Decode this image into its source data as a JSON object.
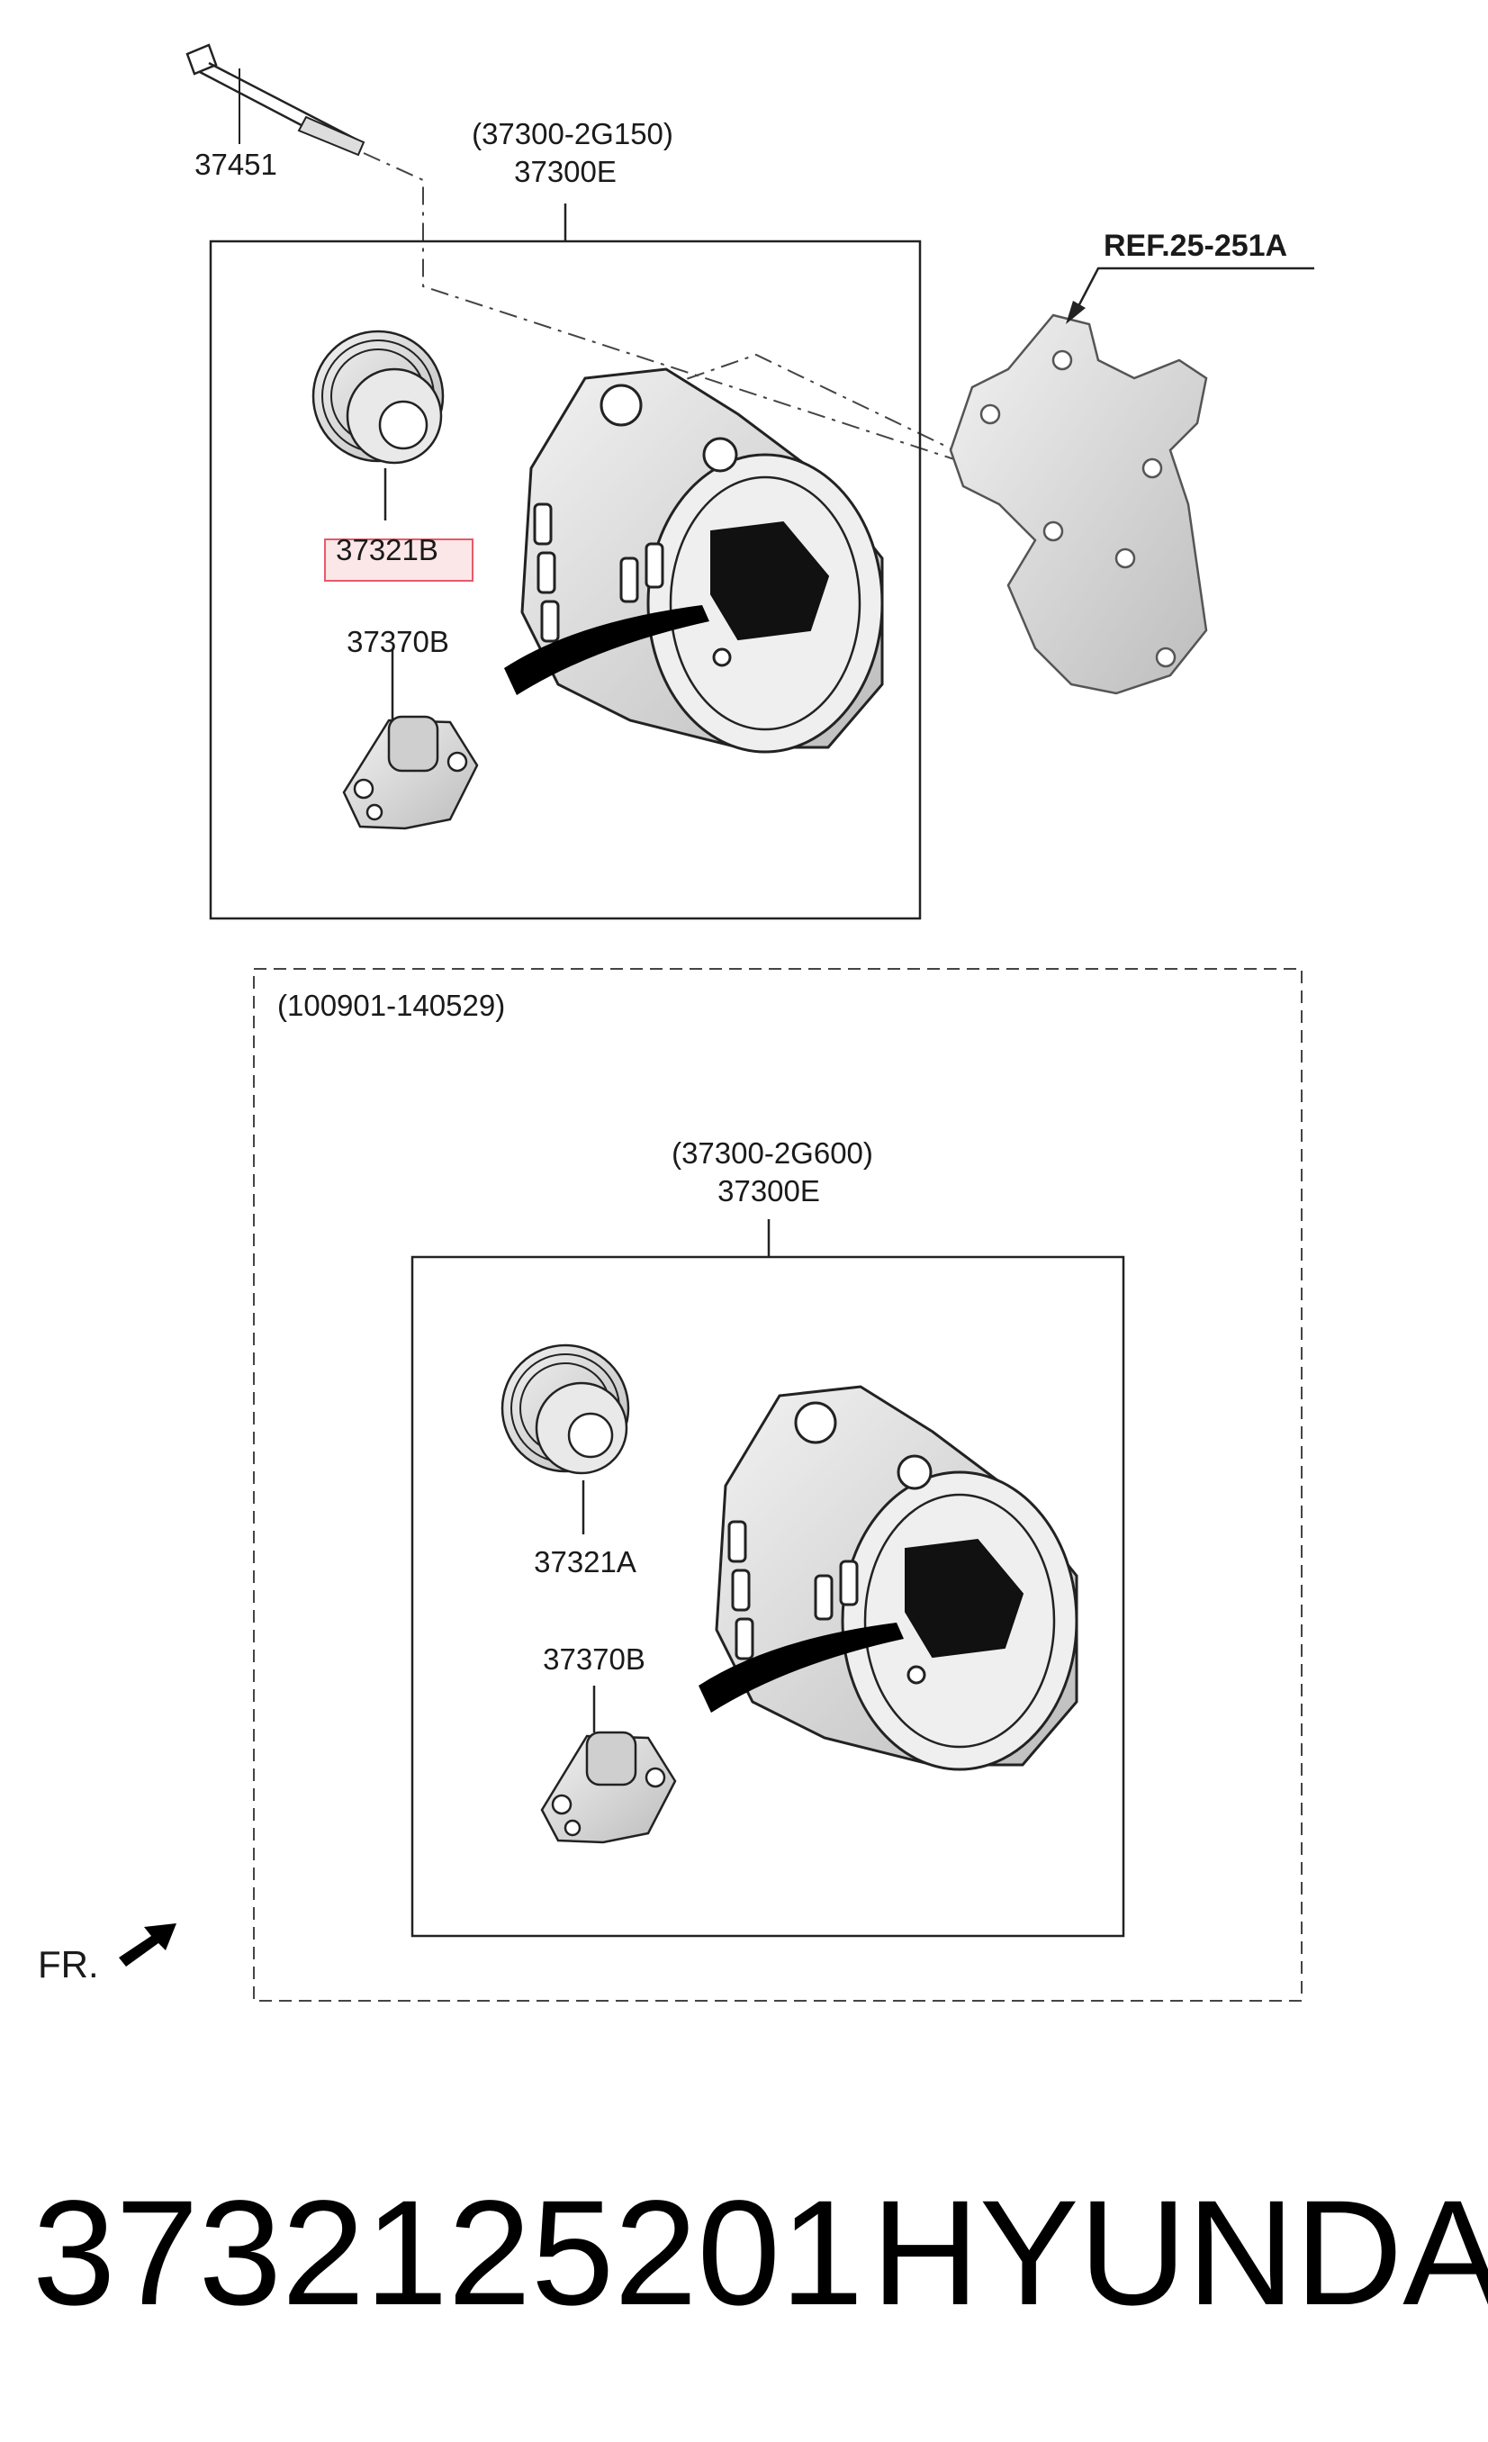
{
  "diagram": {
    "bolt": {
      "part_no": "37451"
    },
    "ref": {
      "label": "REF.25-251A"
    },
    "upper_assembly": {
      "part_code": "(37300-2G150)",
      "part_no": "37300E",
      "pulley_part_no": "37321B",
      "regulator_part_no": "37370B"
    },
    "lower_group": {
      "date_range": "(100901-140529)",
      "assembly": {
        "part_code": "(37300-2G600)",
        "part_no": "37300E",
        "pulley_part_no": "37321A",
        "regulator_part_no": "37370B"
      }
    },
    "direction_label": "FR.",
    "highlighted_part": "37321B"
  },
  "footer": {
    "part_number": "3732125201",
    "brand": "HYUNDAI"
  },
  "colors": {
    "line": "#222222",
    "highlight": "#e65a6a",
    "part_fill": "#d9d9d9"
  }
}
